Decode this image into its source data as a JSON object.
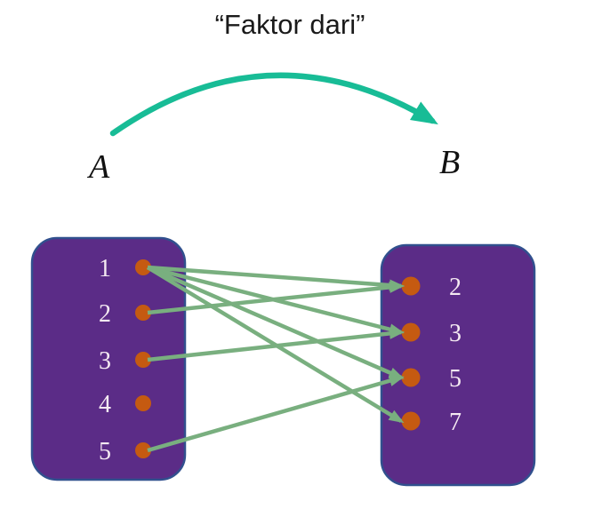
{
  "title": "“Faktor dari”",
  "relation": {
    "name": "Faktor dari",
    "direction": "A-to-B"
  },
  "set_a": {
    "label": "A",
    "elements": [
      "1",
      "2",
      "3",
      "4",
      "5"
    ]
  },
  "set_b": {
    "label": "B",
    "elements": [
      "2",
      "3",
      "5",
      "7"
    ]
  },
  "arrows": [
    {
      "from": "1",
      "to": "2"
    },
    {
      "from": "1",
      "to": "3"
    },
    {
      "from": "1",
      "to": "5"
    },
    {
      "from": "1",
      "to": "7"
    },
    {
      "from": "2",
      "to": "2"
    },
    {
      "from": "3",
      "to": "3"
    },
    {
      "from": "5",
      "to": "5"
    }
  ],
  "colors": {
    "box_fill": "#5B2C87",
    "box_border": "#31508E",
    "dot": "#C55A11",
    "arrow_line": "#79AF7F",
    "arc_arrow": "#18BC96",
    "text_on_box": "#F5EAF2",
    "title_text": "#1A1A1A"
  }
}
